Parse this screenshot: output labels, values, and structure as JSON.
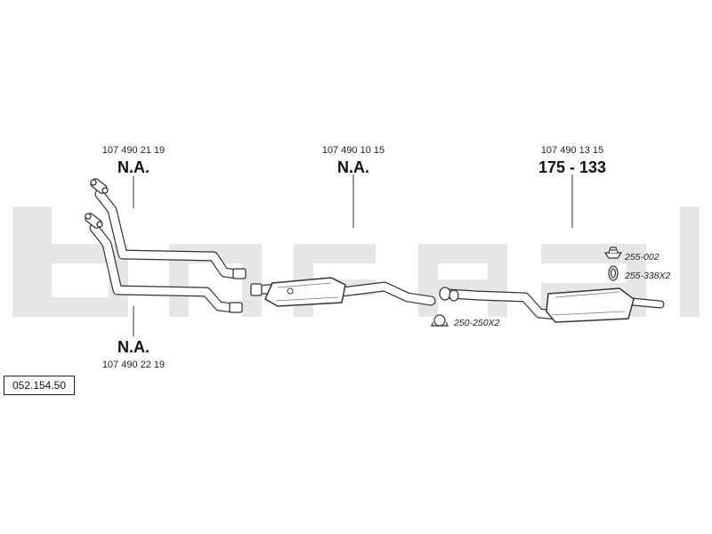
{
  "watermark": {
    "color": "#e6e6e6"
  },
  "parts": [
    {
      "part_number": "107 490 21 19",
      "code": "N.A."
    },
    {
      "part_number": "107 490 10 15",
      "code": "N.A."
    },
    {
      "part_number": "107 490 13 15",
      "code": "175 - 133"
    },
    {
      "part_number": "107 490 22 19",
      "code": "N.A."
    }
  ],
  "hardware": [
    {
      "icon": "rubber-mount-icon",
      "code": "255-002"
    },
    {
      "icon": "gasket-ring-icon",
      "code": "255-338X2"
    },
    {
      "icon": "pipe-clamp-icon",
      "code": "250-250X2"
    }
  ],
  "reference": "052.154.50"
}
